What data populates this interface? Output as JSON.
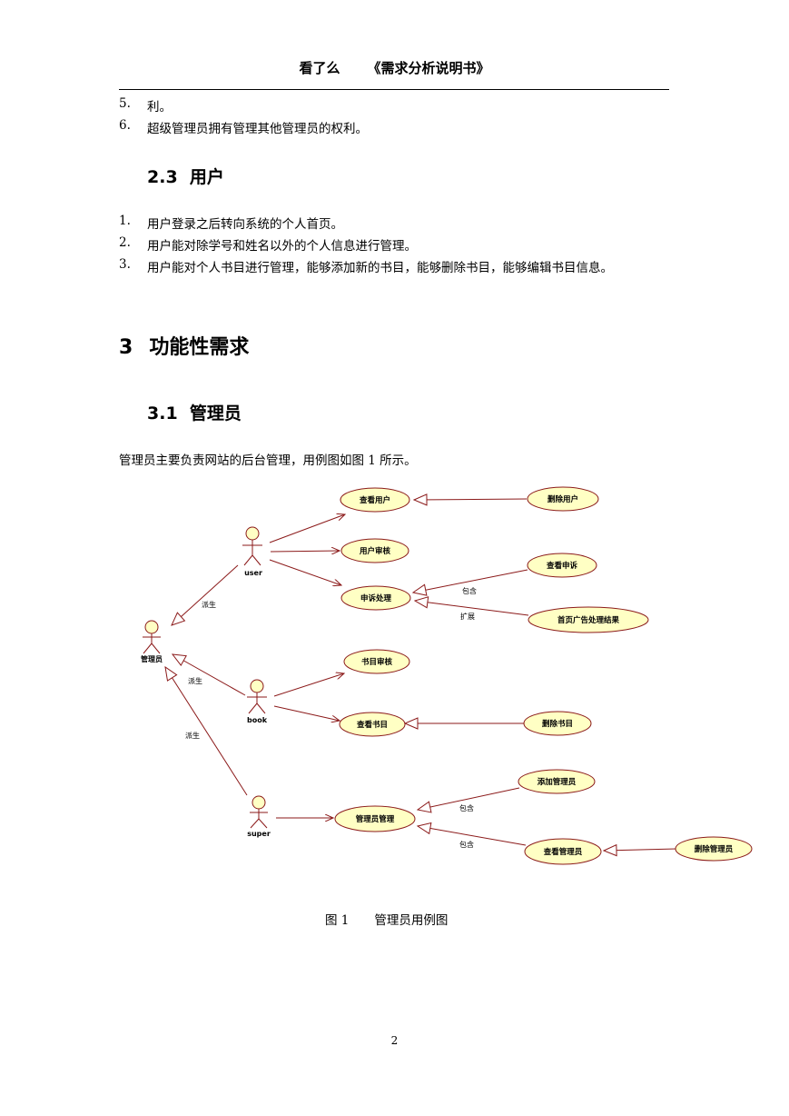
{
  "header": {
    "left": "看了么",
    "right": "《需求分析说明书》"
  },
  "list_top": [
    {
      "num": "5.",
      "text": "利。"
    },
    {
      "num": "6.",
      "text": "超级管理员拥有管理其他管理员的权利。"
    }
  ],
  "section_2_3": {
    "num": "2.3",
    "title": "用户"
  },
  "list_user": [
    {
      "num": "1.",
      "text": "用户登录之后转向系统的个人首页。"
    },
    {
      "num": "2.",
      "text": "用户能对除学号和姓名以外的个人信息进行管理。"
    },
    {
      "num": "3.",
      "text": "用户能对个人书目进行管理，能够添加新的书目，能够删除书目，能够编辑书目信息。"
    }
  ],
  "section_3": {
    "num": "3",
    "title": "功能性需求"
  },
  "section_3_1": {
    "num": "3.1",
    "title": "管理员"
  },
  "paragraph": "管理员主要负责网站的后台管理，用例图如图 1 所示。",
  "diagram": {
    "actors": {
      "admin": "管理员",
      "user": "user",
      "book": "book",
      "super": "super"
    },
    "usecases": {
      "view_user": "查看用户",
      "delete_user": "删除用户",
      "user_review": "用户审核",
      "complaint": "申诉处理",
      "view_complaint": "查看申诉",
      "ad_result": "首页广告处理结果",
      "book_review": "书目审核",
      "view_book": "查看书目",
      "delete_book": "删除书目",
      "add_admin": "添加管理员",
      "admin_manage": "管理员管理",
      "view_admin": "查看管理员",
      "delete_admin": "删除管理员"
    },
    "labels": {
      "derive": "派生",
      "include": "包含",
      "extend": "扩展"
    },
    "colors": {
      "fill": "#ffffc4",
      "stroke": "#8b1a1a"
    }
  },
  "figure": {
    "label": "图 1",
    "title": "管理员用例图"
  },
  "page_number": "2"
}
